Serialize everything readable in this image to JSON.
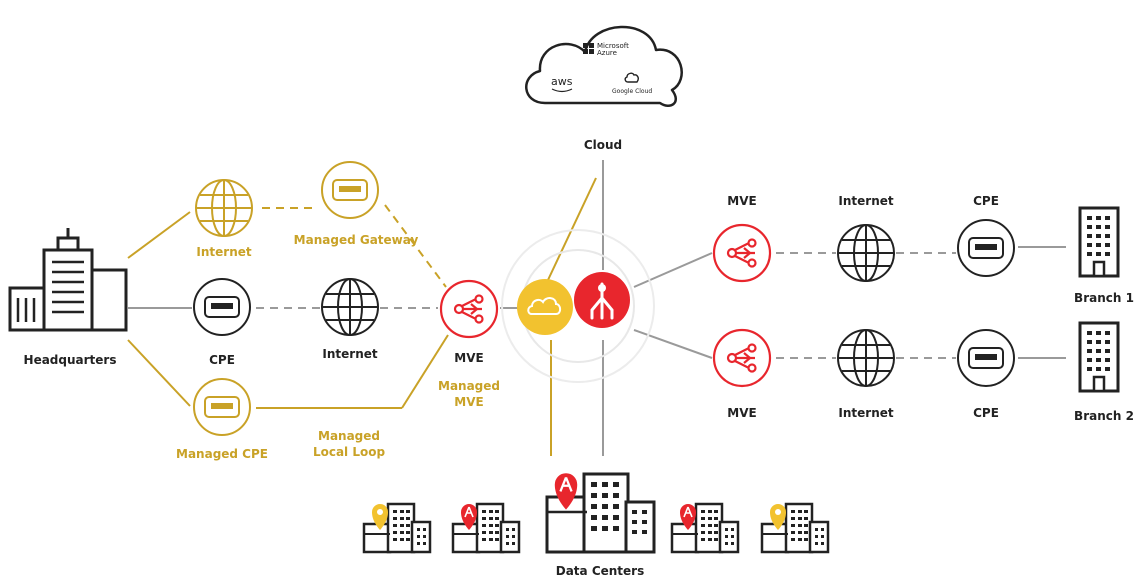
{
  "cloud": {
    "title": "Cloud",
    "providers": {
      "azure_line1": "Microsoft",
      "azure_line2": "Azure",
      "aws": "aws",
      "google": "Google Cloud"
    }
  },
  "headquarters": {
    "label": "Headquarters"
  },
  "left": {
    "internet_top": "Internet",
    "managed_gateway": "Managed Gateway",
    "cpe": "CPE",
    "internet_mid": "Internet",
    "mve": "MVE",
    "managed_mve": "Managed\nMVE",
    "managed_cpe": "Managed CPE",
    "managed_local_loop": "Managed\nLocal Loop"
  },
  "right": {
    "top": {
      "mve": "MVE",
      "internet": "Internet",
      "cpe": "CPE",
      "branch": "Branch 1"
    },
    "bottom": {
      "mve": "MVE",
      "internet": "Internet",
      "cpe": "CPE",
      "branch": "Branch 2"
    }
  },
  "data_centers": {
    "label": "Data Centers"
  },
  "colors": {
    "red": "#e8262d",
    "gold": "#f2c22f",
    "gold_line": "#c9a227",
    "grey": "#9a9a9a",
    "dark": "#222222"
  }
}
